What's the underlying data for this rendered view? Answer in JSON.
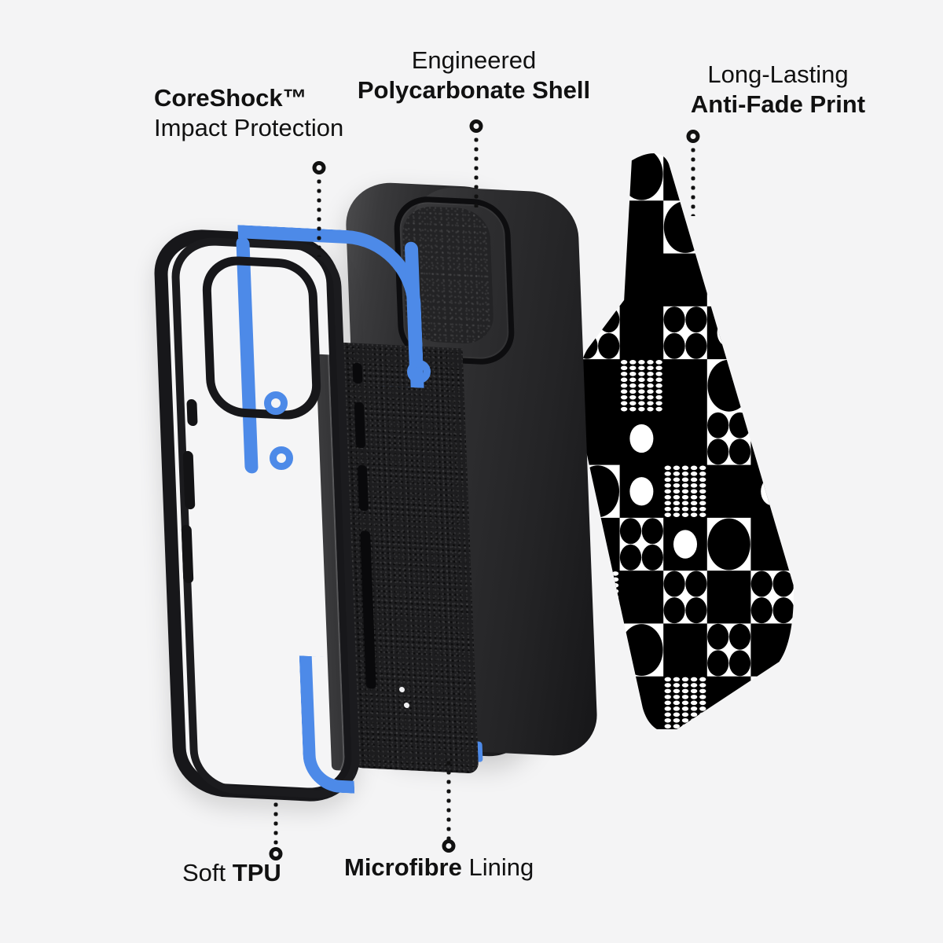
{
  "page": {
    "type": "product-feature-infographic",
    "subject": "Exploded view of a protective phone case",
    "background_color": "#f4f4f5"
  },
  "colors": {
    "background": "#f4f4f5",
    "text": "#111111",
    "accent_blue": "#4d8ae8",
    "case_black": "#17171a",
    "print_black": "#000000",
    "print_white": "#ffffff"
  },
  "callouts": [
    {
      "id": "coreshock",
      "line1": "CoreShock™",
      "line1_weight": "bold",
      "line2": "Impact Protection",
      "line2_weight": "regular",
      "align": "left",
      "leader": {
        "direction": "down",
        "ring_at": "top"
      }
    },
    {
      "id": "polycarbonate",
      "line1": "Engineered",
      "line1_weight": "regular",
      "line2": "Polycarbonate Shell",
      "line2_weight": "bold",
      "align": "center",
      "leader": {
        "direction": "down",
        "ring_at": "top"
      }
    },
    {
      "id": "antifade",
      "line1": "Long-Lasting",
      "line1_weight": "regular",
      "line2": "Anti-Fade Print",
      "line2_weight": "bold",
      "align": "center",
      "leader": {
        "direction": "down",
        "ring_at": "top"
      }
    },
    {
      "id": "tpu",
      "text_regular": "Soft ",
      "text_bold": "TPU",
      "align": "left",
      "leader": {
        "direction": "up",
        "ring_at": "bottom"
      }
    },
    {
      "id": "microfibre",
      "text_bold": "Microfibre",
      "text_regular": " Lining",
      "align": "left",
      "leader": {
        "direction": "up",
        "ring_at": "bottom"
      }
    }
  ],
  "layers": [
    {
      "id": "tpu-bumper",
      "name": "Soft TPU clear bumper with blue CoreShock rails",
      "position": "left"
    },
    {
      "id": "microfibre-lining",
      "name": "Microfibre lining",
      "position": "center-left"
    },
    {
      "id": "polycarbonate-shell",
      "name": "Engineered polycarbonate shell",
      "position": "center"
    },
    {
      "id": "printed-insert",
      "name": "Anti-fade printed geometric insert",
      "position": "right"
    }
  ],
  "print_pattern": {
    "description": "Monochrome geometric grid of black and white cells",
    "columns": 5,
    "rows": 11,
    "motifs": [
      "solid",
      "blank",
      "ellipse",
      "ellipse-inverse",
      "quad-circles",
      "dot-grid",
      "circle-in-square"
    ],
    "cells": [
      [
        "solid",
        "ellipse",
        "solid",
        "blank",
        "blank"
      ],
      [
        "solid",
        "solid",
        "ellipse",
        "solid",
        "blank"
      ],
      [
        "dot-grid",
        "solid",
        "solid",
        "blank",
        "blank"
      ],
      [
        "quad-circles",
        "solid",
        "quad-circles",
        "circle-in-square",
        "dot-grid"
      ],
      [
        "solid",
        "dot-grid",
        "solid",
        "ellipse",
        "solid"
      ],
      [
        "solid",
        "circle-in-square",
        "solid",
        "quad-circles",
        "solid"
      ],
      [
        "ellipse",
        "circle-in-square",
        "dot-grid",
        "solid",
        "circle-in-square"
      ],
      [
        "solid",
        "quad-circles",
        "circle-in-square",
        "ellipse",
        "solid"
      ],
      [
        "dot-grid",
        "solid",
        "quad-circles",
        "solid",
        "quad-circles"
      ],
      [
        "solid",
        "ellipse",
        "solid",
        "quad-circles",
        "solid"
      ],
      [
        "quad-circles",
        "solid",
        "dot-grid",
        "solid",
        "ellipse"
      ]
    ]
  }
}
